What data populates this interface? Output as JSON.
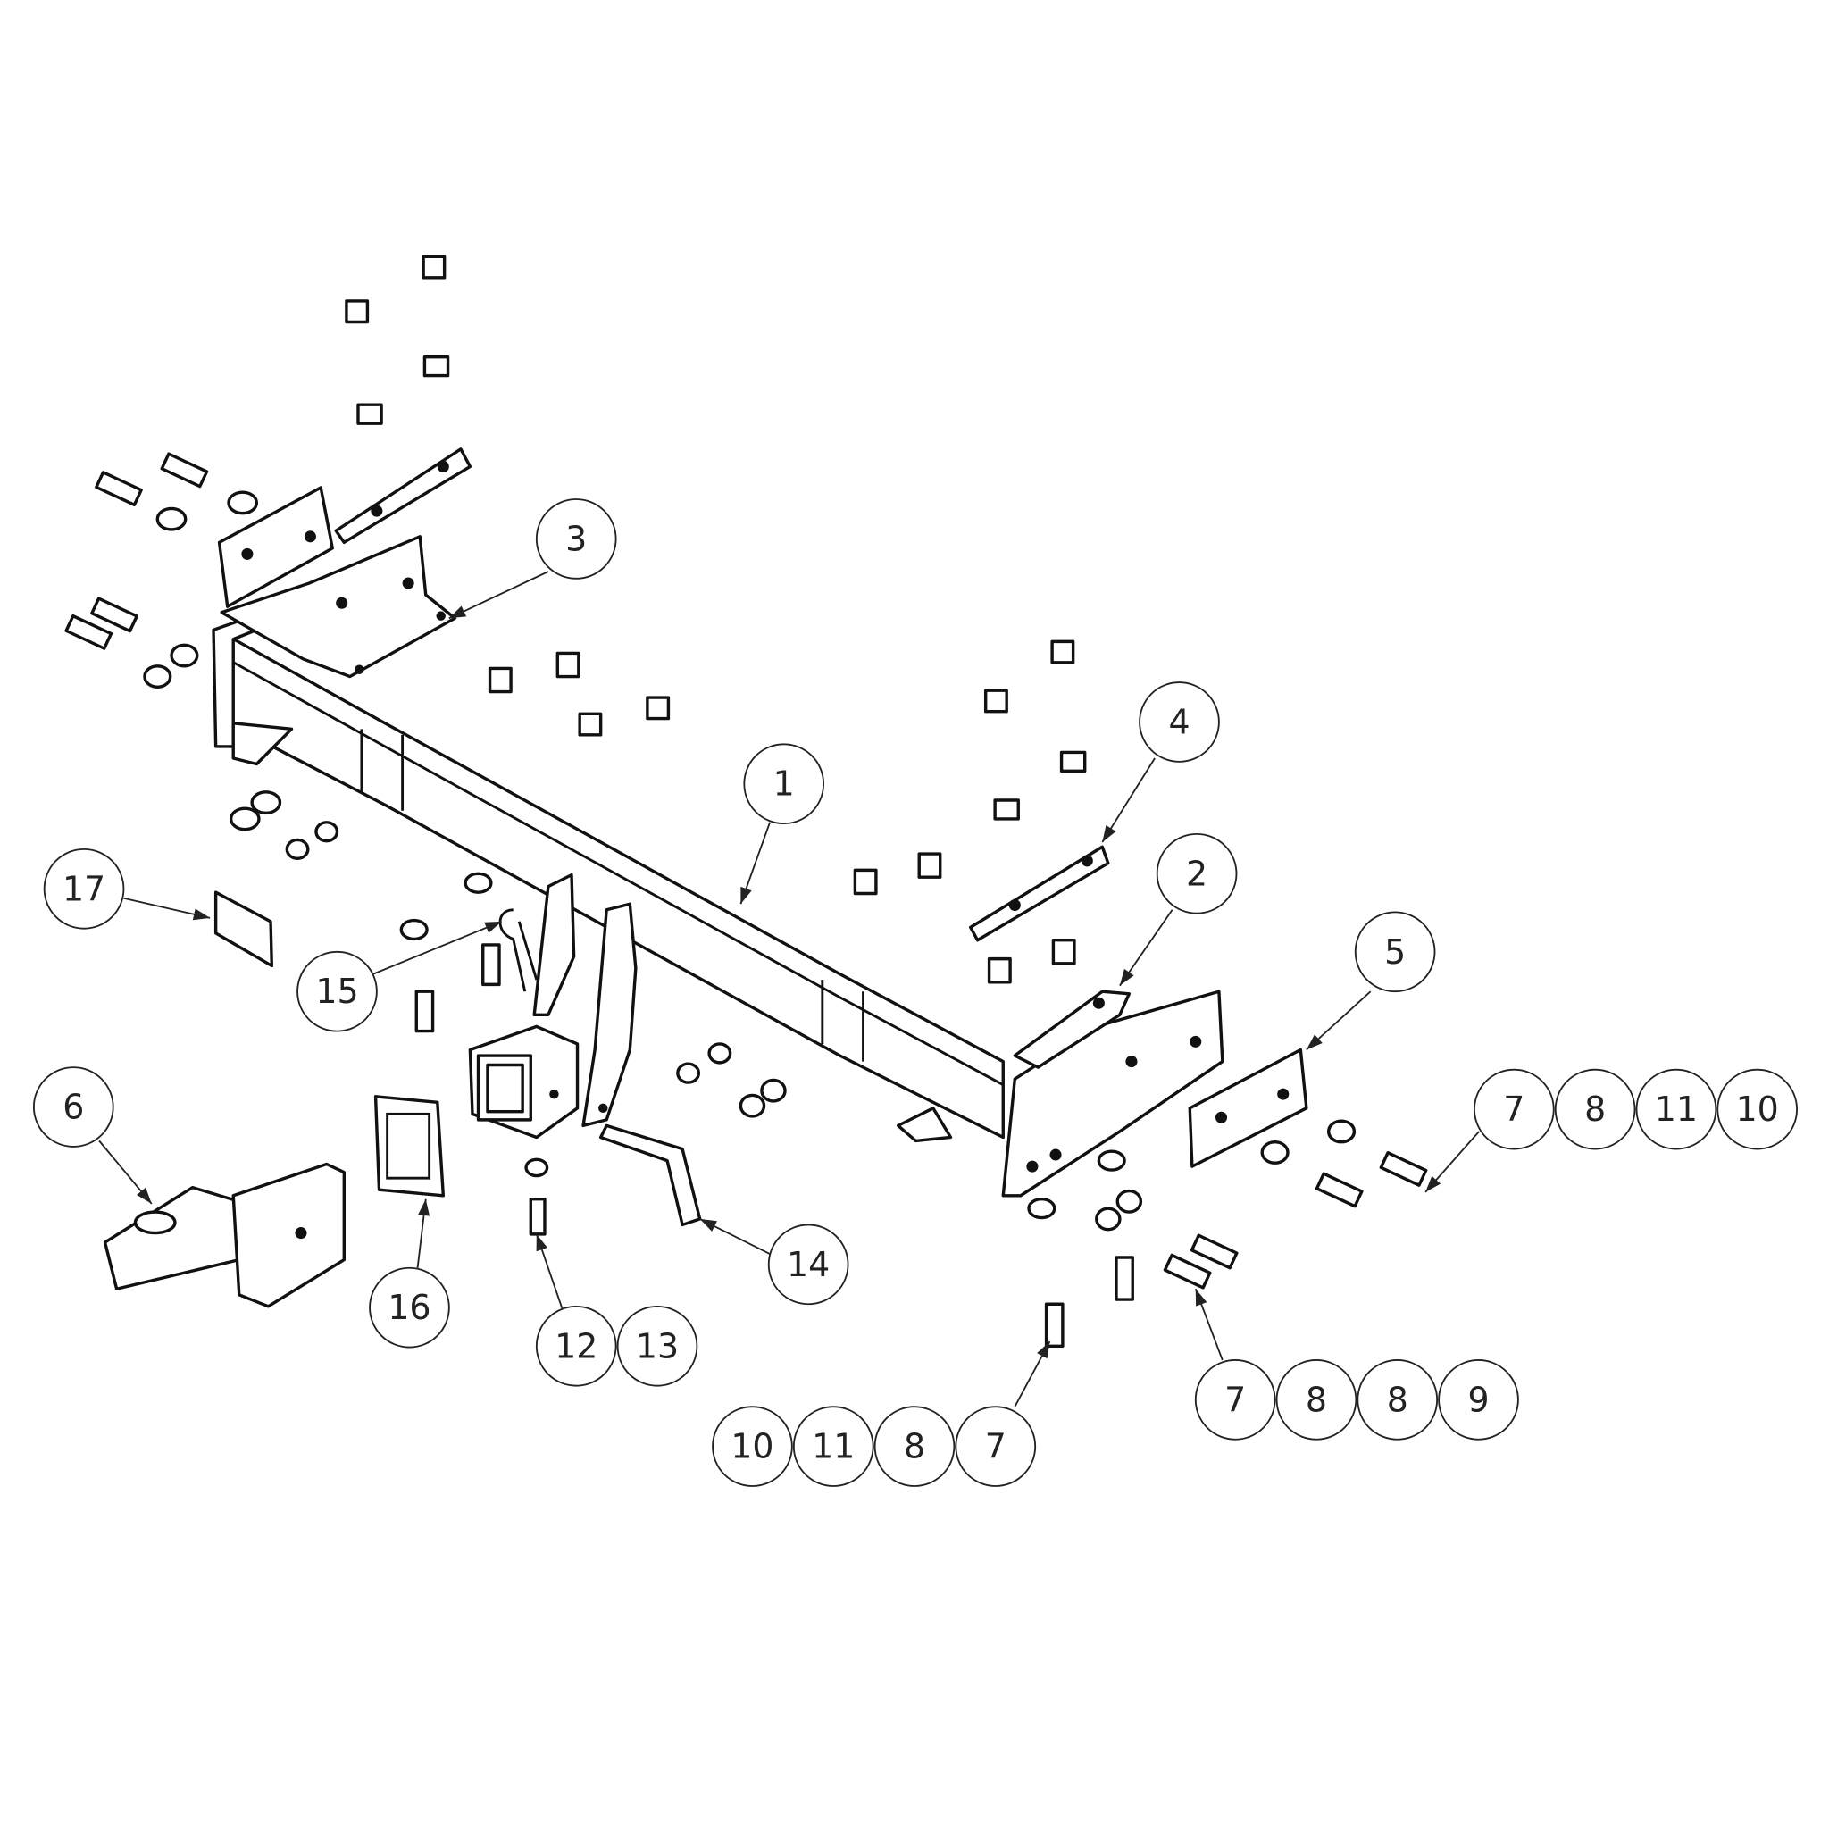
{
  "diagram": {
    "type": "exploded parts diagram",
    "callouts": [
      {
        "id": "c3",
        "labels": [
          "3"
        ]
      },
      {
        "id": "c1",
        "labels": [
          "1"
        ]
      },
      {
        "id": "c4",
        "labels": [
          "4"
        ]
      },
      {
        "id": "c2",
        "labels": [
          "2"
        ]
      },
      {
        "id": "c5",
        "labels": [
          "5"
        ]
      },
      {
        "id": "c17",
        "labels": [
          "17"
        ]
      },
      {
        "id": "c15",
        "labels": [
          "15"
        ]
      },
      {
        "id": "c6",
        "labels": [
          "6"
        ]
      },
      {
        "id": "c16",
        "labels": [
          "16"
        ]
      },
      {
        "id": "c14",
        "labels": [
          "14"
        ]
      },
      {
        "id": "c12",
        "labels": [
          "12",
          "13"
        ]
      },
      {
        "id": "cR",
        "labels": [
          "7",
          "8",
          "11",
          "10"
        ]
      },
      {
        "id": "cB",
        "labels": [
          "7",
          "8",
          "8",
          "9"
        ]
      },
      {
        "id": "cL",
        "labels": [
          "10",
          "11",
          "8",
          "7"
        ]
      }
    ]
  }
}
